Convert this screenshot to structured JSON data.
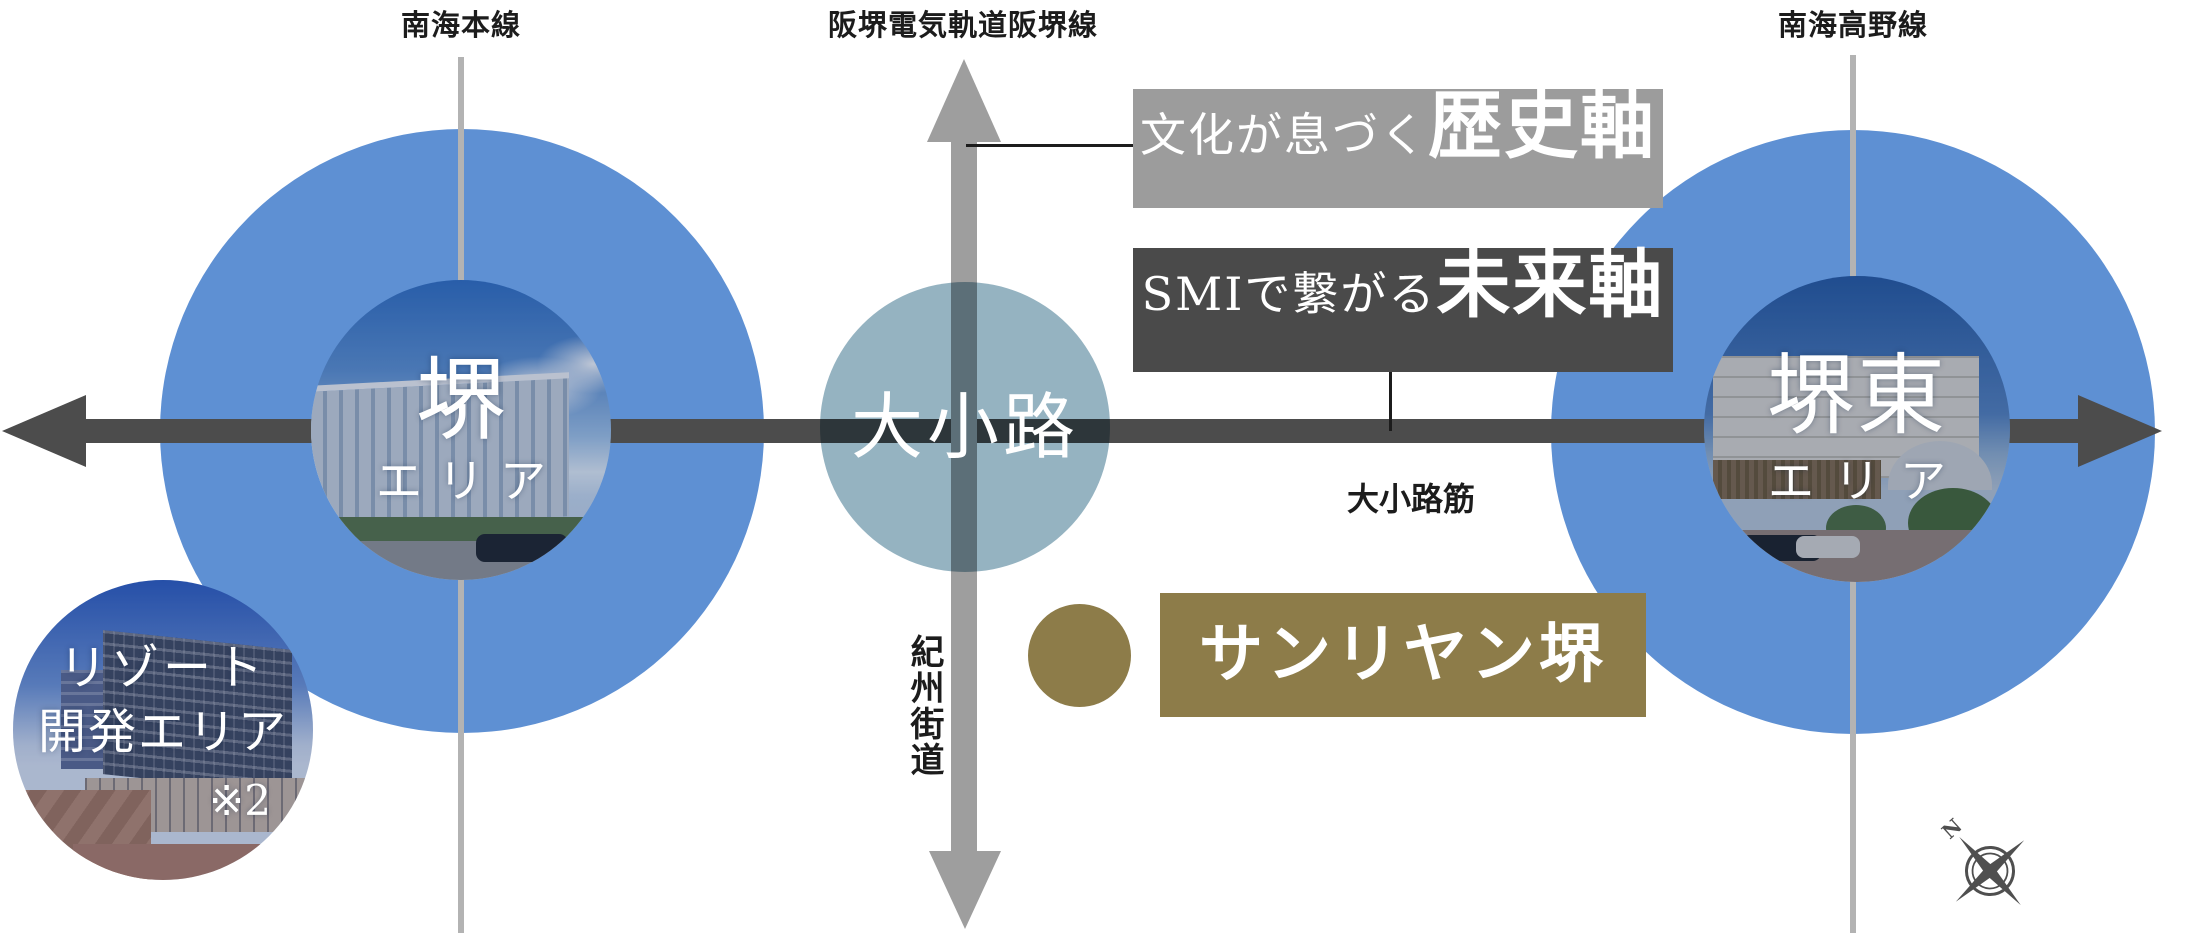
{
  "labels": {
    "rail_left": "南海本線",
    "rail_center": "阪堺電気軌道阪堺線",
    "rail_right": "南海高野線",
    "street_horizontal": "大小路筋",
    "street_vertical": "紀州街道",
    "compass_n": "N"
  },
  "axes": {
    "history": {
      "prefix": "文化が息づく",
      "main": "歴史軸"
    },
    "future": {
      "prefix": "SMIで繋がる",
      "main": "未来軸"
    }
  },
  "nodes": {
    "center": {
      "label": "大小路"
    },
    "sakai": {
      "title": "堺",
      "subtitle": "エリア"
    },
    "sakai_higashi": {
      "title": "堺東",
      "subtitle": "エリア"
    },
    "resort": {
      "line1": "リゾート",
      "line2": "開発エリア",
      "note": "※2"
    }
  },
  "project": {
    "name": "サンリヤン堺"
  },
  "colors": {
    "blue": "#5e90d3",
    "teal": "#95b3c1",
    "gray": "#9e9e9e",
    "dark": "#4c4c4c",
    "line": "#b3b3b3",
    "box-gray": "#9c9c9c",
    "box-dark": "#4a4a4a",
    "gold": "#8d7c49",
    "text": "#1c1c1c",
    "compass": "#4f4f4f"
  }
}
